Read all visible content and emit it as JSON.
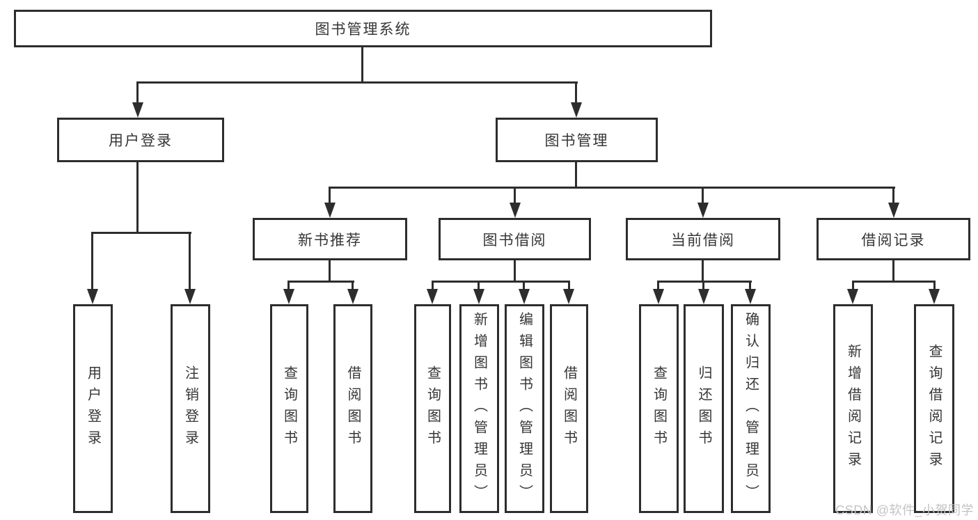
{
  "diagram": {
    "root": {
      "label": "图书管理系统"
    },
    "level2": [
      {
        "label": "用户登录"
      },
      {
        "label": "图书管理"
      }
    ],
    "level3": [
      {
        "label": "新书推荐"
      },
      {
        "label": "图书借阅"
      },
      {
        "label": "当前借阅"
      },
      {
        "label": "借阅记录"
      }
    ],
    "leaves": {
      "user_login_group": [
        "用户登录",
        "注销登录"
      ],
      "new_book_group": [
        "查询图书",
        "借阅图书"
      ],
      "book_borrow_group": [
        "查询图书",
        "新增图书（管理员）",
        "编辑图书（管理员）",
        "借阅图书"
      ],
      "current_borrow_group": [
        "查询图书",
        "归还图书",
        "确认归还（管理员）"
      ],
      "borrow_record_group": [
        "新增借阅记录",
        "查询借阅记录"
      ]
    }
  },
  "watermark": "CSDN @软件_小贺同学",
  "colors": {
    "line": "#2d2d2d",
    "text": "#363636",
    "watermark": "#c3c3c3",
    "background": "#ffffff"
  }
}
